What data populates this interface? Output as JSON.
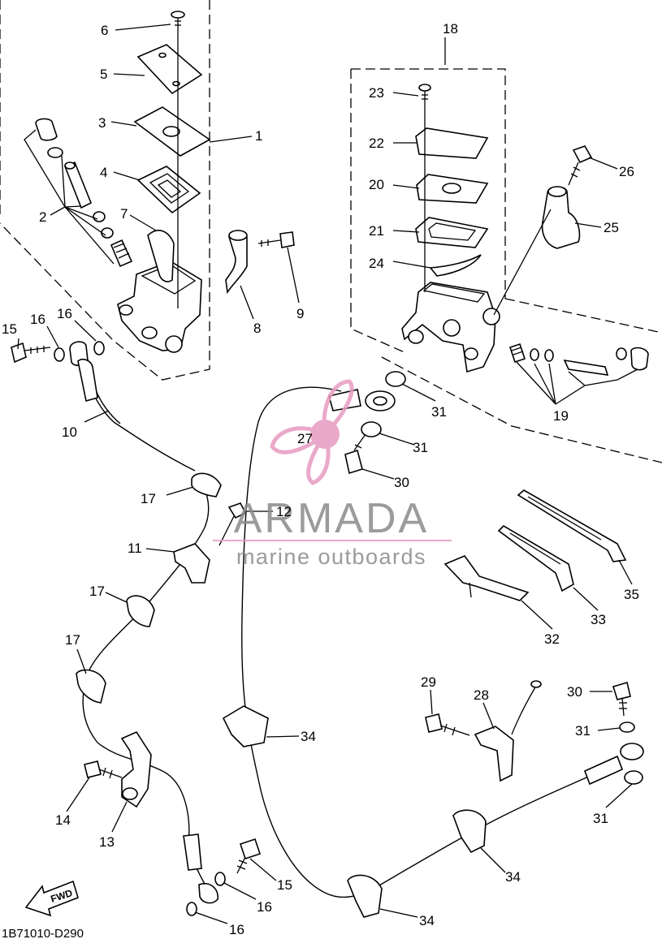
{
  "diagram_code": "1B71010-D290",
  "fwd_label": "FWD",
  "watermark": {
    "brand": "ARMADA",
    "tagline": "marine outboards",
    "brand_color": "#e79bc1",
    "text_color": "#8a8a8a"
  },
  "callouts": [
    {
      "id": "c6",
      "text": "6"
    },
    {
      "id": "c5",
      "text": "5"
    },
    {
      "id": "c3",
      "text": "3"
    },
    {
      "id": "c1",
      "text": "1"
    },
    {
      "id": "c4",
      "text": "4"
    },
    {
      "id": "c7",
      "text": "7"
    },
    {
      "id": "c2",
      "text": "2"
    },
    {
      "id": "c8",
      "text": "8"
    },
    {
      "id": "c9",
      "text": "9"
    },
    {
      "id": "c15a",
      "text": "15"
    },
    {
      "id": "c16a",
      "text": "16"
    },
    {
      "id": "c16b",
      "text": "16"
    },
    {
      "id": "c10",
      "text": "10"
    },
    {
      "id": "c18",
      "text": "18"
    },
    {
      "id": "c23",
      "text": "23"
    },
    {
      "id": "c22",
      "text": "22"
    },
    {
      "id": "c20",
      "text": "20"
    },
    {
      "id": "c21",
      "text": "21"
    },
    {
      "id": "c24",
      "text": "24"
    },
    {
      "id": "c26",
      "text": "26"
    },
    {
      "id": "c25",
      "text": "25"
    },
    {
      "id": "c19",
      "text": "19"
    },
    {
      "id": "c31a",
      "text": "31"
    },
    {
      "id": "c31b",
      "text": "31"
    },
    {
      "id": "c27",
      "text": "27"
    },
    {
      "id": "c30a",
      "text": "30"
    },
    {
      "id": "c17a",
      "text": "17"
    },
    {
      "id": "c12",
      "text": "12"
    },
    {
      "id": "c11",
      "text": "11"
    },
    {
      "id": "c17b",
      "text": "17"
    },
    {
      "id": "c35",
      "text": "35"
    },
    {
      "id": "c33",
      "text": "33"
    },
    {
      "id": "c32",
      "text": "32"
    },
    {
      "id": "c17c",
      "text": "17"
    },
    {
      "id": "c29",
      "text": "29"
    },
    {
      "id": "c28",
      "text": "28"
    },
    {
      "id": "c30b",
      "text": "30"
    },
    {
      "id": "c31c",
      "text": "31"
    },
    {
      "id": "c34a",
      "text": "34"
    },
    {
      "id": "c31d",
      "text": "31"
    },
    {
      "id": "c14",
      "text": "14"
    },
    {
      "id": "c13",
      "text": "13"
    },
    {
      "id": "c34b",
      "text": "34"
    },
    {
      "id": "c15b",
      "text": "15"
    },
    {
      "id": "c16c",
      "text": "16"
    },
    {
      "id": "c34c",
      "text": "34"
    },
    {
      "id": "c16d",
      "text": "16"
    }
  ]
}
